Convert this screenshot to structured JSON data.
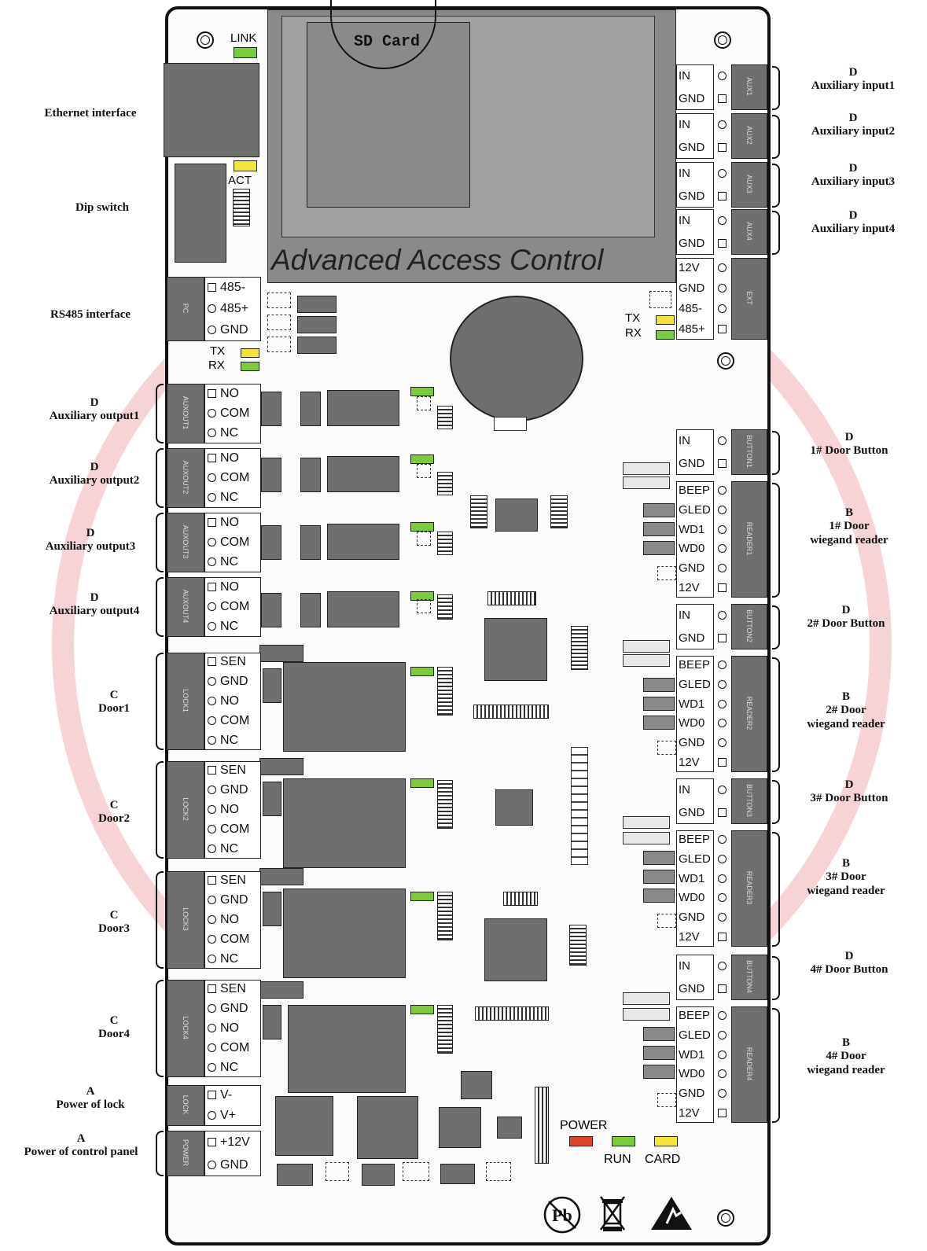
{
  "board": {
    "title": "Advanced Access Control",
    "sd_card": "SD Card",
    "leds": {
      "link": "LINK",
      "act": "ACT",
      "tx": "TX",
      "rx": "RX",
      "tx2": "TX",
      "rx2": "RX",
      "power": "POWER",
      "run": "RUN",
      "card": "CARD"
    },
    "colors": {
      "board_dark": "#6f6f6f",
      "led_green": "#7ccc3a",
      "led_yellow": "#f3e43a",
      "led_red": "#e0452a",
      "watermark": "#d9414b"
    }
  },
  "left_terminals": [
    {
      "id": "pc",
      "plabel": "PC",
      "pins": [
        "485-",
        "485+",
        "GND"
      ]
    },
    {
      "id": "aux1",
      "plabel": "AUXOUT1",
      "pins": [
        "NO",
        "COM",
        "NC"
      ]
    },
    {
      "id": "aux2",
      "plabel": "AUXOUT2",
      "pins": [
        "NO",
        "COM",
        "NC"
      ]
    },
    {
      "id": "aux3",
      "plabel": "AUXOUT3",
      "pins": [
        "NO",
        "COM",
        "NC"
      ]
    },
    {
      "id": "aux4",
      "plabel": "AUXOUT4",
      "pins": [
        "NO",
        "COM",
        "NC"
      ]
    },
    {
      "id": "lock1",
      "plabel": "LOCK1",
      "pins": [
        "SEN",
        "GND",
        "NO",
        "COM",
        "NC"
      ]
    },
    {
      "id": "lock2",
      "plabel": "LOCK2",
      "pins": [
        "SEN",
        "GND",
        "NO",
        "COM",
        "NC"
      ]
    },
    {
      "id": "lock3",
      "plabel": "LOCK3",
      "pins": [
        "SEN",
        "GND",
        "NO",
        "COM",
        "NC"
      ]
    },
    {
      "id": "lock4",
      "plabel": "LOCK4",
      "pins": [
        "SEN",
        "GND",
        "NO",
        "COM",
        "NC"
      ]
    },
    {
      "id": "lockp",
      "plabel": "LOCK",
      "pins": [
        "V-",
        "V+"
      ]
    },
    {
      "id": "pwr",
      "plabel": "POWER",
      "pins": [
        "+12V",
        "GND"
      ]
    }
  ],
  "right_terminals": [
    {
      "id": "in1",
      "plabel": "AUX1",
      "pins": [
        "IN",
        "GND"
      ]
    },
    {
      "id": "in2",
      "plabel": "AUX2",
      "pins": [
        "IN",
        "GND"
      ]
    },
    {
      "id": "in3",
      "plabel": "AUX3",
      "pins": [
        "IN",
        "GND"
      ]
    },
    {
      "id": "in4",
      "plabel": "AUX4",
      "pins": [
        "IN",
        "GND"
      ]
    },
    {
      "id": "ext",
      "plabel": "EXT",
      "pins": [
        "12V",
        "GND",
        "485-",
        "485+"
      ]
    },
    {
      "id": "btn1",
      "plabel": "BUTTON1",
      "pins": [
        "IN",
        "GND"
      ]
    },
    {
      "id": "rd1",
      "plabel": "READER1",
      "pins": [
        "BEEP",
        "GLED",
        "WD1",
        "WD0",
        "GND",
        "12V"
      ]
    },
    {
      "id": "btn2",
      "plabel": "BUTTON2",
      "pins": [
        "IN",
        "GND"
      ]
    },
    {
      "id": "rd2",
      "plabel": "READER2",
      "pins": [
        "BEEP",
        "GLED",
        "WD1",
        "WD0",
        "GND",
        "12V"
      ]
    },
    {
      "id": "btn3",
      "plabel": "BUTTON3",
      "pins": [
        "IN",
        "GND"
      ]
    },
    {
      "id": "rd3",
      "plabel": "READER3",
      "pins": [
        "BEEP",
        "GLED",
        "WD1",
        "WD0",
        "GND",
        "12V"
      ]
    },
    {
      "id": "btn4",
      "plabel": "BUTTON4",
      "pins": [
        "IN",
        "GND"
      ]
    },
    {
      "id": "rd4",
      "plabel": "READER4",
      "pins": [
        "BEEP",
        "GLED",
        "WD1",
        "WD0",
        "GND",
        "12V"
      ]
    }
  ],
  "left_annotations": {
    "ethernet": "Ethernet interface",
    "dip": "Dip switch",
    "rs485": "RS485  interface",
    "aux1": [
      "D",
      "Auxiliary output1"
    ],
    "aux2": [
      "D",
      "Auxiliary output2"
    ],
    "aux3": [
      "D",
      "Auxiliary output3"
    ],
    "aux4": [
      "D",
      "Auxiliary output4"
    ],
    "door1": [
      "C",
      "Door1"
    ],
    "door2": [
      "C",
      "Door2"
    ],
    "door3": [
      "C",
      "Door3"
    ],
    "door4": [
      "C",
      "Door4"
    ],
    "lockpower": [
      "A",
      "Power of lock"
    ],
    "panelpower": [
      "A",
      "Power of control panel"
    ]
  },
  "right_annotations": {
    "in1": [
      "D",
      "Auxiliary input1"
    ],
    "in2": [
      "D",
      "Auxiliary input2"
    ],
    "in3": [
      "D",
      "Auxiliary input3"
    ],
    "in4": [
      "D",
      "Auxiliary input4"
    ],
    "btn1": [
      "D",
      "1# Door Button"
    ],
    "rd1": [
      "B",
      "1# Door",
      "wiegand reader"
    ],
    "btn2": [
      "D",
      "2# Door Button"
    ],
    "rd2": [
      "B",
      "2# Door",
      "wiegand reader"
    ],
    "btn3": [
      "D",
      "3# Door Button"
    ],
    "rd3": [
      "B",
      "3# Door",
      "wiegand reader"
    ],
    "btn4": [
      "D",
      "4# Door Button"
    ],
    "rd4": [
      "B",
      "4# Door",
      "wiegand reader"
    ]
  }
}
